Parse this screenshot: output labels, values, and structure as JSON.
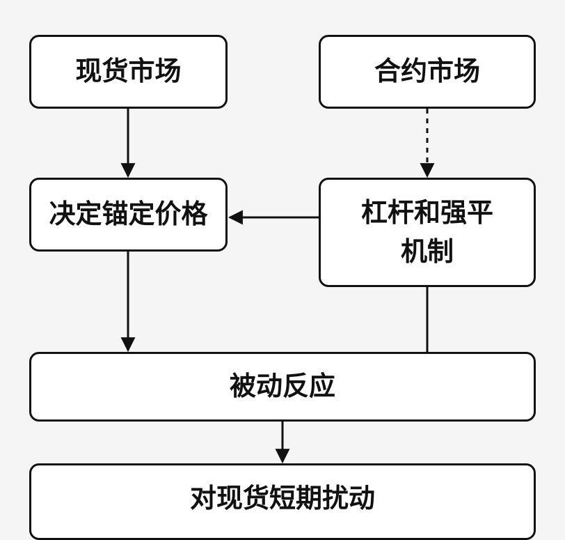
{
  "nodes": {
    "spot_market": "现货市场",
    "contract_market": "合约市场",
    "anchor_price": "决定锚定价格",
    "leverage_line1": "杠杆和强平",
    "leverage_line2": "机制",
    "passive_reaction": "被动反应",
    "spot_disturbance": "对现货短期扰动"
  },
  "colors": {
    "background": "#f5f5f5",
    "box_fill": "#ffffff",
    "stroke": "#111111"
  }
}
